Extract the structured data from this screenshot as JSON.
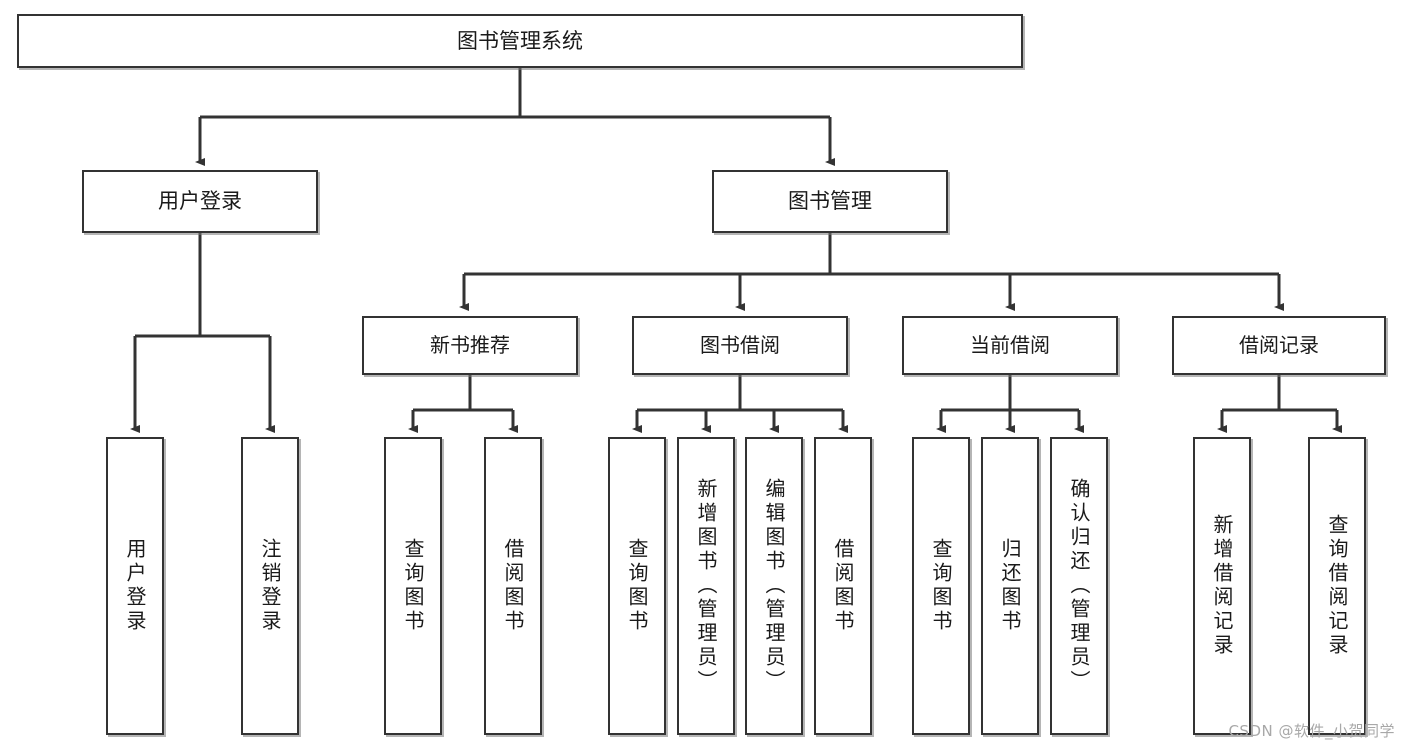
{
  "diagram": {
    "title": "图书管理系统",
    "type": "功能结构图",
    "watermark": "CSDN @软件_小贺同学",
    "colors": {
      "box_border": "#333333",
      "box_fill": "#ffffff",
      "edge": "#333333",
      "text": "#1a1a1a",
      "watermark": "#a8a8a8"
    }
  },
  "nodes": {
    "root": {
      "label": "图书管理系统"
    },
    "level1": [
      {
        "label": "用户登录"
      },
      {
        "label": "图书管理"
      }
    ],
    "level2": [
      {
        "label": "新书推荐"
      },
      {
        "label": "图书借阅"
      },
      {
        "label": "当前借阅"
      },
      {
        "label": "借阅记录"
      }
    ],
    "leaves": {
      "user_login": [
        {
          "label": "用户登录"
        },
        {
          "label": "注销登录"
        }
      ],
      "new_book_recommend": [
        {
          "label": "查询图书"
        },
        {
          "label": "借阅图书"
        }
      ],
      "book_borrow": [
        {
          "label": "查询图书"
        },
        {
          "label": "新增图书（管理员）"
        },
        {
          "label": "编辑图书（管理员）"
        },
        {
          "label": "借阅图书"
        }
      ],
      "current_borrow": [
        {
          "label": "查询图书"
        },
        {
          "label": "归还图书"
        },
        {
          "label": "确认归还（管理员）"
        }
      ],
      "borrow_record": [
        {
          "label": "新增借阅记录"
        },
        {
          "label": "查询借阅记录"
        }
      ]
    }
  }
}
